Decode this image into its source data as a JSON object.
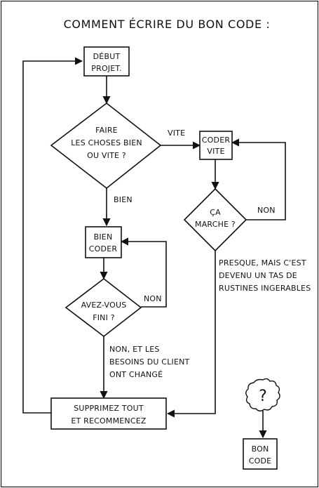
{
  "title": "COMMENT ÉCRIRE DU BON CODE :",
  "nodes": {
    "debut": [
      "DÉBUT",
      "PROJET."
    ],
    "decision_vite": [
      "FAIRE",
      "LES CHOSES BIEN",
      "OU VITE ?"
    ],
    "coder_vite": [
      "CODER",
      "VITE"
    ],
    "ca_marche": [
      "ÇA",
      "MARCHE ?"
    ],
    "bien_coder": [
      "BIEN",
      "CODER"
    ],
    "avez_vous_fini": [
      "AVEZ-VOUS",
      "FINI ?"
    ],
    "supprimez": [
      "SUPPRIMEZ TOUT",
      "ET RECOMMENCEZ"
    ],
    "bon_code": [
      "BON",
      "CODE"
    ],
    "cloud": "?"
  },
  "edge_labels": {
    "vite": "VITE",
    "bien": "BIEN",
    "non_marche": "NON",
    "non_fini": "NON",
    "presque": [
      "PRESQUE, MAIS C'EST",
      "DEVENU UN TAS DE",
      "RUSTINES INGERABLES"
    ],
    "non_besoins": [
      "NON, ET LES",
      "BESOINS DU CLIENT",
      "ONT CHANGÉ"
    ]
  },
  "colors": {
    "ink": "#111111",
    "paper": "#ffffff"
  }
}
